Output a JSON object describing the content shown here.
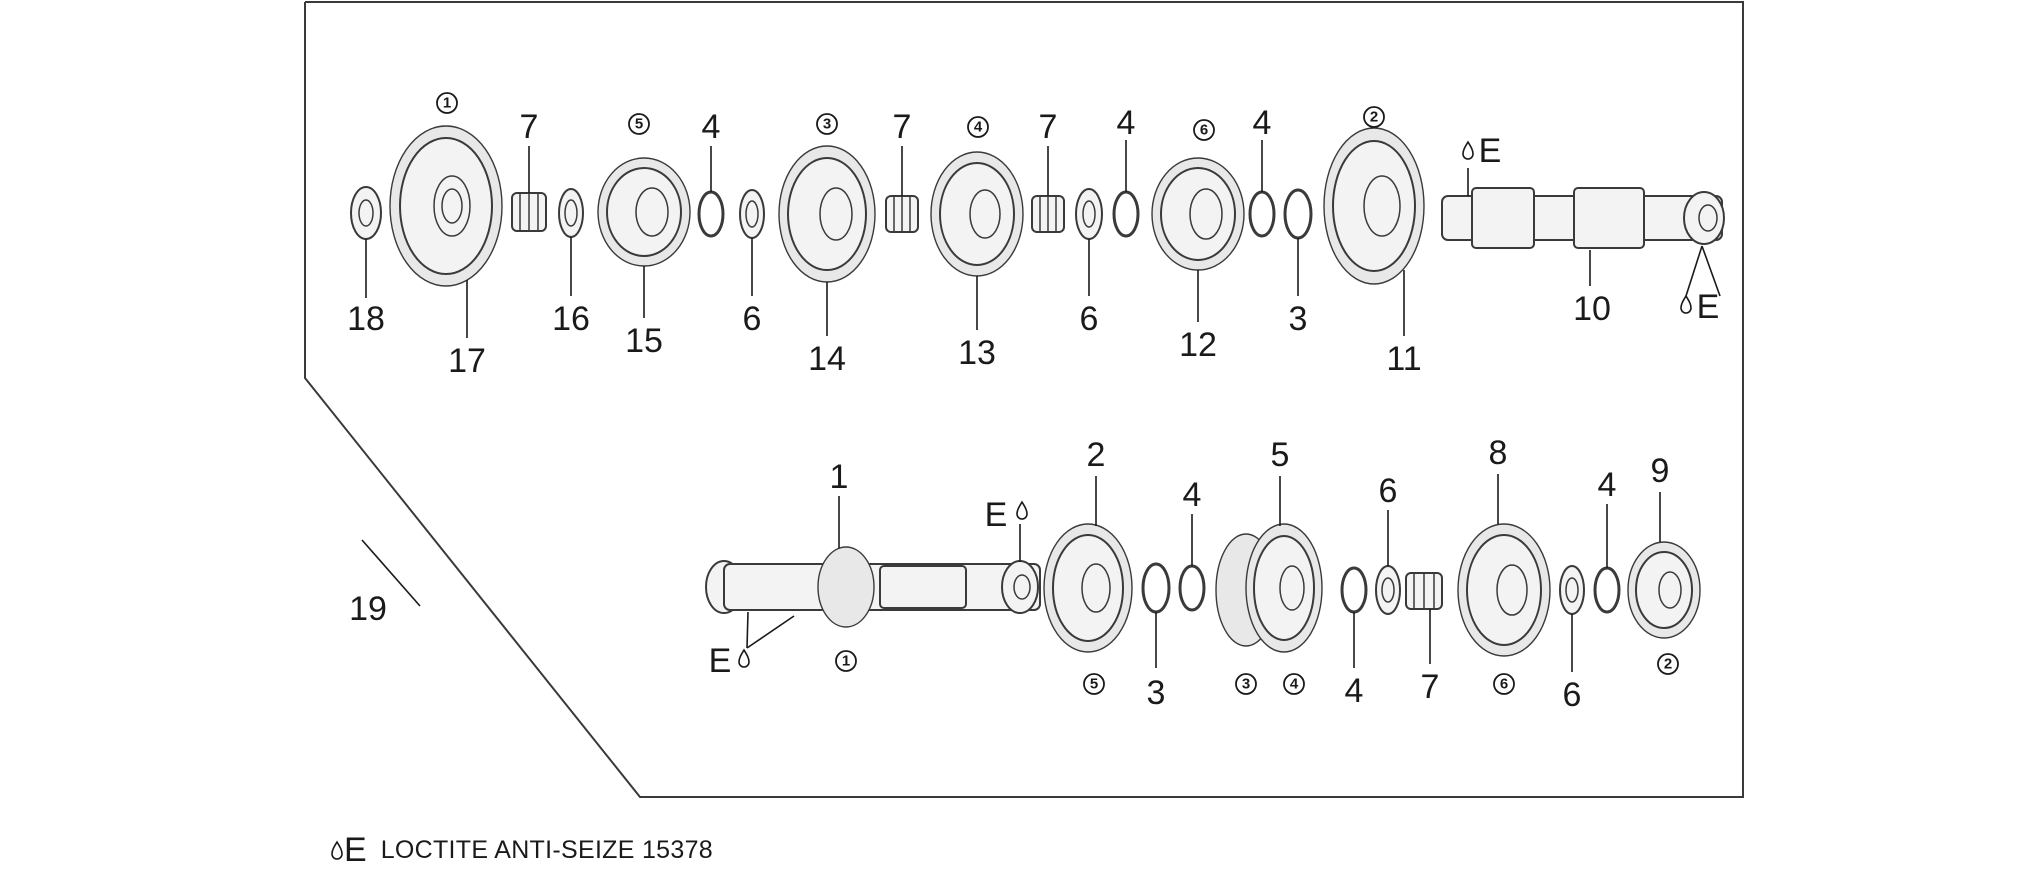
{
  "callouts_top": [
    {
      "id": "c18",
      "text": "18"
    },
    {
      "id": "c17",
      "text": "17"
    },
    {
      "id": "c7a",
      "text": "7"
    },
    {
      "id": "c16",
      "text": "16"
    },
    {
      "id": "c15",
      "text": "15"
    },
    {
      "id": "c4a",
      "text": "4"
    },
    {
      "id": "c6a",
      "text": "6"
    },
    {
      "id": "c14",
      "text": "14"
    },
    {
      "id": "c7b",
      "text": "7"
    },
    {
      "id": "c13",
      "text": "13"
    },
    {
      "id": "c7c",
      "text": "7"
    },
    {
      "id": "c6b",
      "text": "6"
    },
    {
      "id": "c4b",
      "text": "4"
    },
    {
      "id": "c12",
      "text": "12"
    },
    {
      "id": "c4c",
      "text": "4"
    },
    {
      "id": "c3a",
      "text": "3"
    },
    {
      "id": "c11",
      "text": "11"
    },
    {
      "id": "c10",
      "text": "10"
    },
    {
      "id": "cEa",
      "text": "E"
    },
    {
      "id": "cEb",
      "text": "E"
    }
  ],
  "gear_marks_top": [
    {
      "id": "g1t",
      "text": "1"
    },
    {
      "id": "g5t",
      "text": "5"
    },
    {
      "id": "g3t",
      "text": "3"
    },
    {
      "id": "g4t",
      "text": "4"
    },
    {
      "id": "g6t",
      "text": "6"
    },
    {
      "id": "g2t",
      "text": "2"
    }
  ],
  "callouts_bottom": [
    {
      "id": "c19",
      "text": "19"
    },
    {
      "id": "c1",
      "text": "1"
    },
    {
      "id": "cEc",
      "text": "E"
    },
    {
      "id": "cEd",
      "text": "E"
    },
    {
      "id": "c2",
      "text": "2"
    },
    {
      "id": "c3b",
      "text": "3"
    },
    {
      "id": "c4d",
      "text": "4"
    },
    {
      "id": "c5",
      "text": "5"
    },
    {
      "id": "c4e",
      "text": "4"
    },
    {
      "id": "c6c",
      "text": "6"
    },
    {
      "id": "c7d",
      "text": "7"
    },
    {
      "id": "c8",
      "text": "8"
    },
    {
      "id": "c6d",
      "text": "6"
    },
    {
      "id": "c4f",
      "text": "4"
    },
    {
      "id": "c9",
      "text": "9"
    }
  ],
  "gear_marks_bottom": [
    {
      "id": "g1b",
      "text": "1"
    },
    {
      "id": "g5b",
      "text": "5"
    },
    {
      "id": "g3b",
      "text": "3"
    },
    {
      "id": "g4b",
      "text": "4"
    },
    {
      "id": "g6b",
      "text": "6"
    },
    {
      "id": "g2b",
      "text": "2"
    }
  ],
  "legend": {
    "symbol": "E",
    "text": "LOCTITE ANTI-SEIZE 15378"
  }
}
